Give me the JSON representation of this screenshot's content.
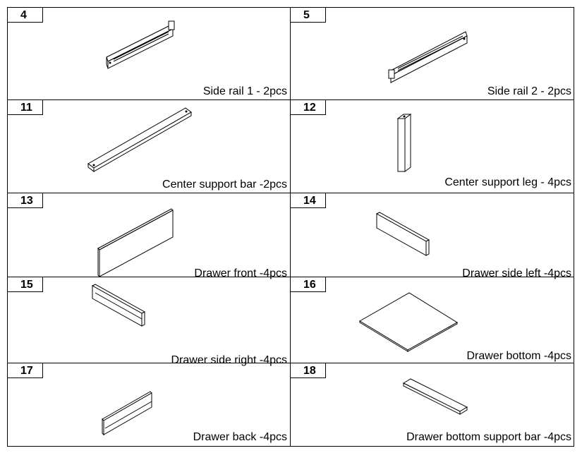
{
  "parts": [
    {
      "number": "4",
      "label": "Side rail 1 - 2pcs"
    },
    {
      "number": "5",
      "label": "Side rail 2 - 2pcs"
    },
    {
      "number": "11",
      "label": "Center support bar -2pcs"
    },
    {
      "number": "12",
      "label": "Center support leg - 4pcs"
    },
    {
      "number": "13",
      "label": "Drawer front -4pcs"
    },
    {
      "number": "14",
      "label": "Drawer side left -4pcs"
    },
    {
      "number": "15",
      "label": "Drawer side right -4pcs"
    },
    {
      "number": "16",
      "label": "Drawer bottom -4pcs"
    },
    {
      "number": "17",
      "label": "Drawer back -4pcs"
    },
    {
      "number": "18",
      "label": "Drawer bottom support bar -4pcs"
    }
  ]
}
